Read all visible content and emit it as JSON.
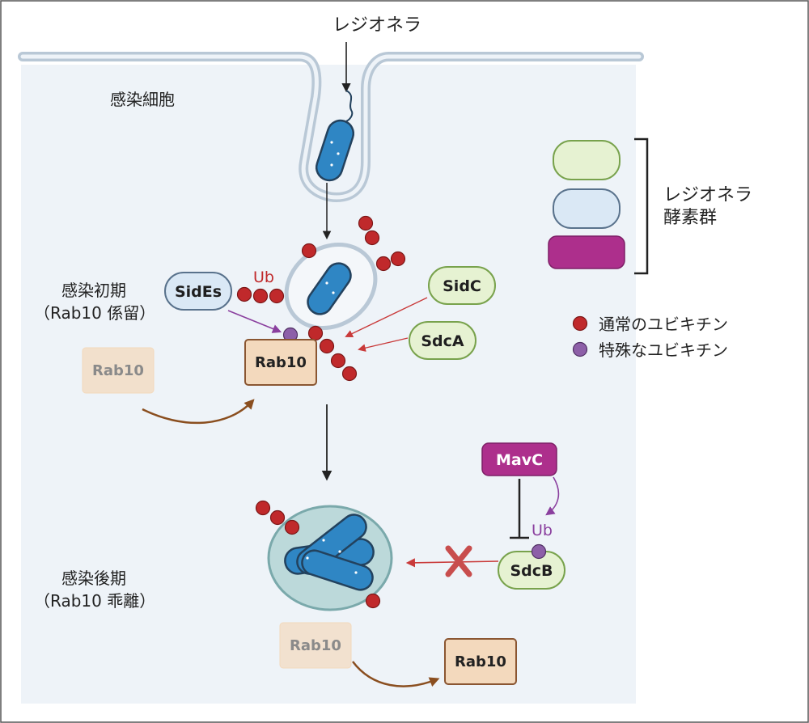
{
  "labels": {
    "legionella_top": "レジオネラ",
    "infected_cell": "感染細胞",
    "early_line1": "感染初期",
    "early_line2": "（Rab10 係留）",
    "late_line1": "感染後期",
    "late_line2": "（Rab10 乖離）",
    "ub_top": "Ub",
    "ub_bottom": "Ub"
  },
  "enzymes": {
    "sides": "SidEs",
    "sidc": "SidC",
    "sdca": "SdcA",
    "mavc": "MavC",
    "sdcb": "SdcB"
  },
  "rab10": {
    "faded_left": "Rab10",
    "main": "Rab10",
    "faded_bottom": "Rab10",
    "released": "Rab10"
  },
  "legend": {
    "enzyme_group_line1": "レジオネラ",
    "enzyme_group_line2": "酵素群",
    "normal_ub": "通常のユビキチン",
    "special_ub": "特殊なユビキチン"
  },
  "colors": {
    "cell_bg": "#eef3f8",
    "membrane": "#b9c8d6",
    "bacterium": "#2f86c4",
    "bacterium_dark": "#23425e",
    "enzyme_green_fill": "#e6f2d2",
    "enzyme_green_stroke": "#78a24c",
    "enzyme_blue_fill": "#dae8f5",
    "enzyme_blue_stroke": "#59728c",
    "enzyme_magenta": "#ad2f8c",
    "rab_fill": "#f3d9bd",
    "rab_stroke": "#8a5632",
    "ub_normal": "#c0292b",
    "ub_special": "#8d5fa8",
    "arrow_red": "#c93a3a",
    "arrow_purple": "#8a3f9e",
    "arrow_brown": "#8a4e1f",
    "vacuole_fill": "#bcd9da",
    "vacuole_stroke": "#7aa9ab"
  }
}
